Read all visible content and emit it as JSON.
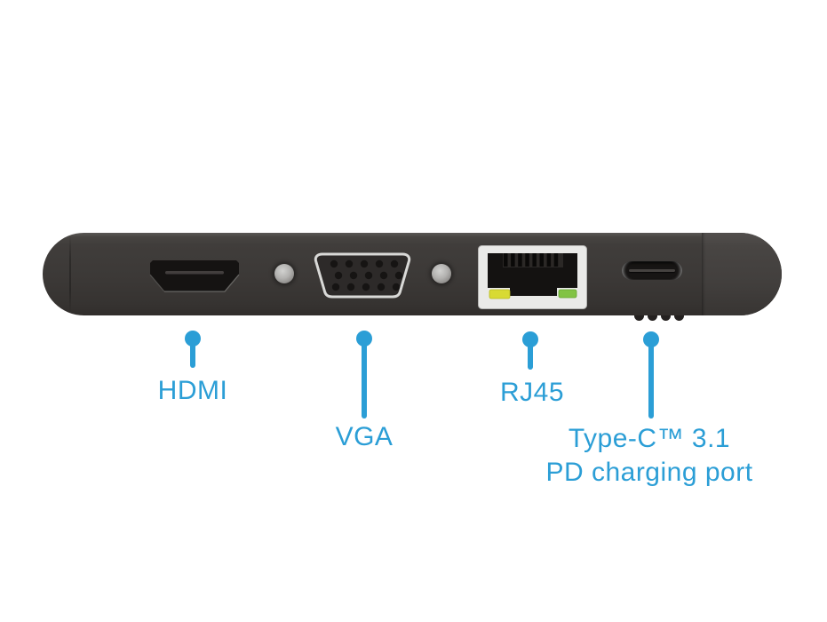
{
  "theme": {
    "accent": "#2b9ed6",
    "label": "#2b9ed6",
    "body-dark": "#3e3b39",
    "frame-silver": "#eaeae8",
    "led-yellow": "#d8da33",
    "led-green": "#82c344",
    "bg": "#ffffff"
  },
  "device": {
    "description": "USB-C multiport hub, side view",
    "ports": [
      {
        "id": "hdmi",
        "type": "HDMI"
      },
      {
        "id": "vga",
        "type": "VGA"
      },
      {
        "id": "rj45",
        "type": "RJ45",
        "led_left_color": "#d8da33",
        "led_right_color": "#82c344"
      },
      {
        "id": "usbc",
        "type": "USB Type-C"
      }
    ]
  },
  "callouts": [
    {
      "id": "hdmi",
      "label": "HDMI"
    },
    {
      "id": "vga",
      "label": "VGA"
    },
    {
      "id": "rj45",
      "label": "RJ45"
    },
    {
      "id": "typec",
      "label": "Type-C™ 3.1 PD charging port",
      "lines": [
        "Type-C™ 3.1",
        "PD charging port"
      ]
    }
  ]
}
